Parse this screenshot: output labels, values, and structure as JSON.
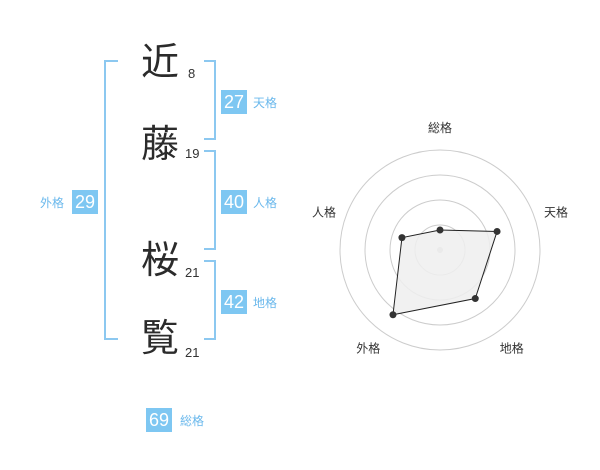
{
  "name": {
    "chars": [
      {
        "char": "近",
        "strokes": "8"
      },
      {
        "char": "藤",
        "strokes": "19"
      },
      {
        "char": "桜",
        "strokes": "21"
      },
      {
        "char": "覧",
        "strokes": "21"
      }
    ]
  },
  "fortunes": {
    "tenkaku": {
      "value": "27",
      "label": "天格"
    },
    "jinkaku": {
      "value": "40",
      "label": "人格"
    },
    "chikaku": {
      "value": "42",
      "label": "地格"
    },
    "gaikaku": {
      "value": "29",
      "label": "外格"
    },
    "soukaku": {
      "value": "69",
      "label": "総格"
    }
  },
  "colors": {
    "accent": "#7ec7f2",
    "accent_text": "#6ab8ec",
    "polygon_fill": "#efefef",
    "polygon_stroke": "#222222",
    "grid": "#cccccc"
  },
  "chart_data": {
    "type": "radar",
    "axes": [
      "総格",
      "天格",
      "地格",
      "外格",
      "人格"
    ],
    "series": [
      {
        "values": [
          0.2,
          0.6,
          0.6,
          0.8,
          0.4
        ]
      }
    ],
    "range": [
      0,
      1
    ],
    "rings": 4
  }
}
